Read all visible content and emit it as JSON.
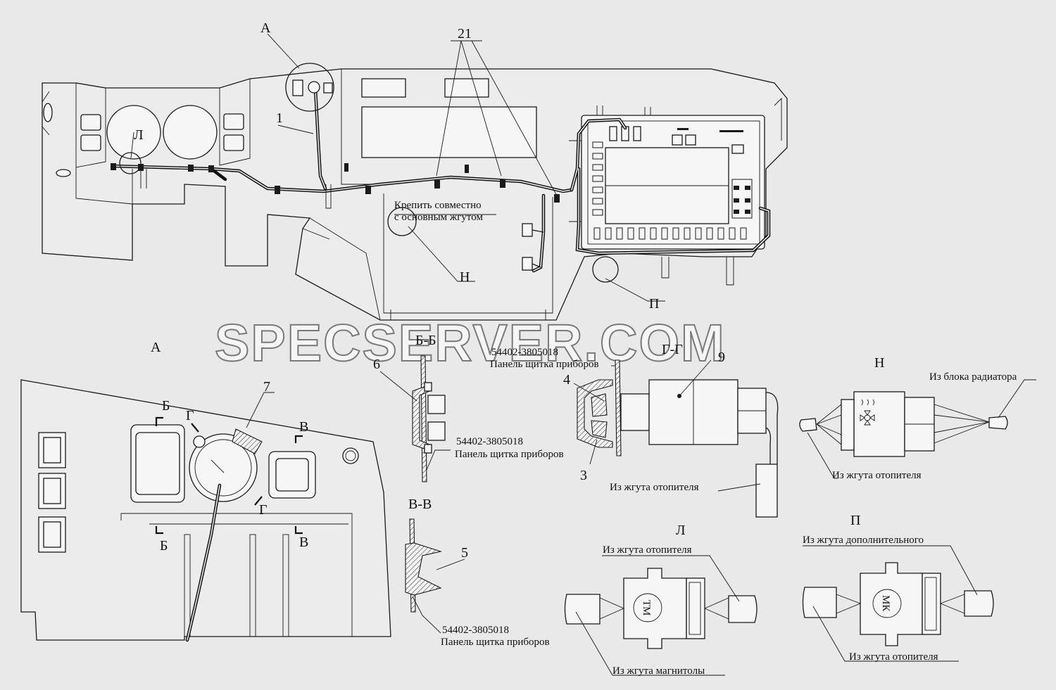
{
  "watermark": "SPECSERVER.COM",
  "colors": {
    "background": "#e9e9e9",
    "lines": "#1a1a1a"
  },
  "main_view": {
    "callout_A": "А",
    "callout_21": "21",
    "callout_1": "1",
    "callout_L": "Л",
    "callout_N": "Н",
    "callout_P": "П",
    "note_line1": "Крепить совместно",
    "note_line2": "с основным жгутом"
  },
  "view_A": {
    "title": "А",
    "callout_7": "7",
    "section_B_top": "Б",
    "section_B_bottom": "Б",
    "section_V_top": "В",
    "section_V_bottom": "В",
    "section_G_top": "Г",
    "section_G_bottom": "Г"
  },
  "section_BB": {
    "title": "Б-Б",
    "callout_6": "6",
    "part_number": "54402-3805018",
    "part_name": "Панель щитка приборов"
  },
  "section_VV": {
    "title": "В-В",
    "callout_5": "5",
    "part_number": "54402-3805018",
    "part_name": "Панель щитка приборов"
  },
  "section_GG": {
    "title": "Г-Г",
    "callout_4": "4",
    "callout_3": "3",
    "callout_9": "9",
    "part_number": "54402-3805018",
    "part_name": "Панель щитка приборов",
    "harness": "Из жгута отопителя"
  },
  "detail_N": {
    "title": "Н",
    "from_radiator": "Из блока радиатора",
    "from_heater": "Из жгута отопителя"
  },
  "detail_L": {
    "title": "Л",
    "from_heater": "Из жгута отопителя",
    "from_radio": "Из жгута магнитолы",
    "connector_mark": "ТМ"
  },
  "detail_P": {
    "title": "П",
    "from_additional": "Из жгута дополнительного",
    "from_heater": "Из жгута отопителя",
    "connector_mark": "МК"
  }
}
